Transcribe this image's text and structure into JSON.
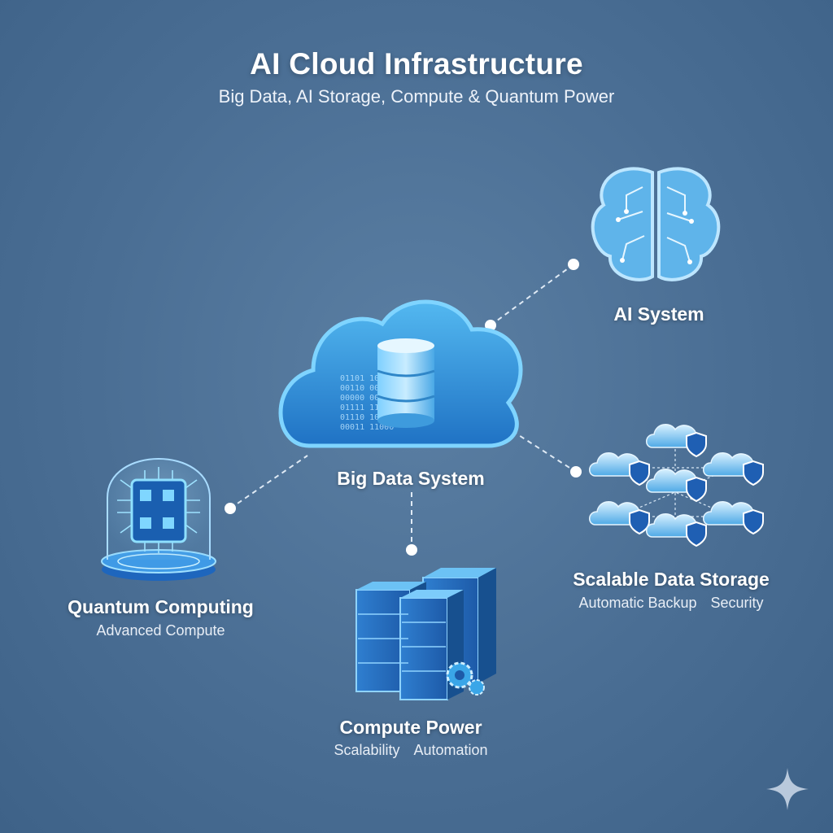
{
  "header": {
    "title": "AI Cloud Infrastructure",
    "subtitle": "Big Data, AI Storage, Compute & Quantum Power"
  },
  "nodes": {
    "big_data": {
      "label": "Big Data System",
      "icon": "cloud-database-icon"
    },
    "ai_system": {
      "label": "AI System",
      "icon": "circuit-brain-icon"
    },
    "storage": {
      "label": "Scalable Data Storage",
      "tags": [
        "Automatic Backup",
        "Security"
      ],
      "icon": "secure-cloud-cluster-icon"
    },
    "compute": {
      "label": "Compute Power",
      "tags": [
        "Scalability",
        "Automation"
      ],
      "icon": "server-rack-icon"
    },
    "quantum": {
      "label": "Quantum Computing",
      "sublabel": "Advanced Compute",
      "icon": "quantum-chip-icon"
    }
  },
  "binary_text": [
    "01101  10110",
    "00110  00101",
    "00000  00010",
    "01111  11111",
    "01110  10010",
    "00011  11000"
  ],
  "colors": {
    "background": "#4a6e94",
    "accent": "#3aa6e8",
    "accent_light": "#8fd3ff",
    "connector": "#dfeaf5"
  }
}
